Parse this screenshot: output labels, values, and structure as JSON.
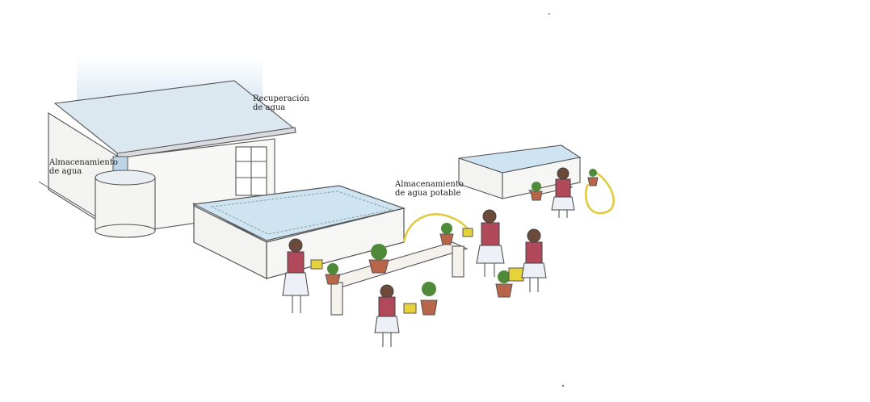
{
  "labels": {
    "roof_recovery": {
      "line1": "Recuperación",
      "line2": "de agua"
    },
    "tank_storage": {
      "line1": "Almacenamiento",
      "line2": "de agua"
    },
    "potable_storage": {
      "line1": "Almacenamiento",
      "line2": "de agua potable"
    }
  },
  "colors": {
    "water": "#cfe4f2",
    "roof": "#dbe8f0",
    "pencil": "#555555",
    "uniform": "#b0495a",
    "hose": "#e8d23a",
    "plant": "#4f8a3a",
    "pot": "#b9654a"
  }
}
